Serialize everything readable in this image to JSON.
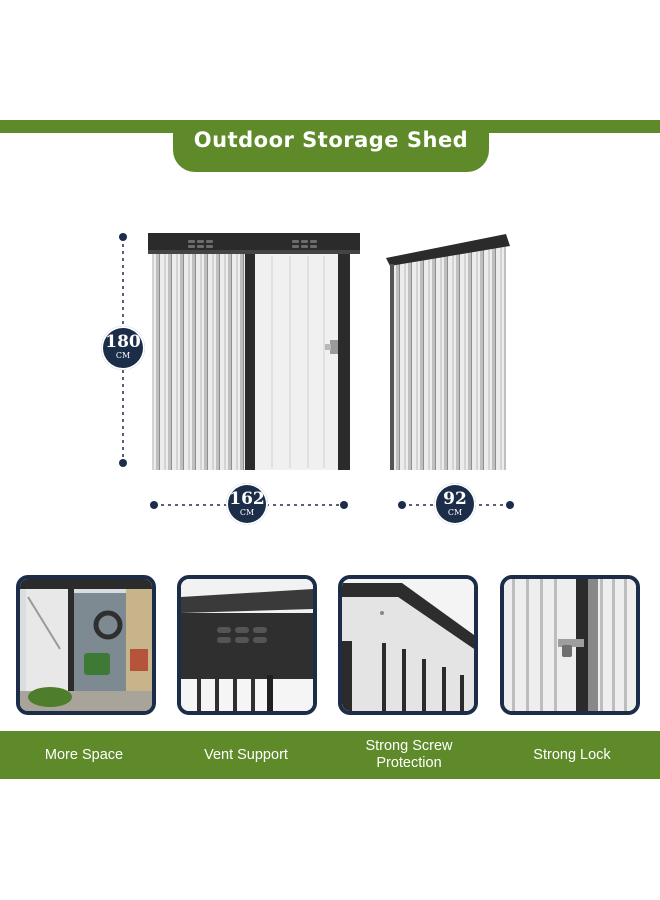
{
  "title": "Outdoor Storage Shed",
  "dimensions": {
    "height": {
      "value": "180",
      "unit": "CM"
    },
    "width": {
      "value": "162",
      "unit": "CM"
    },
    "depth": {
      "value": "92",
      "unit": "CM"
    }
  },
  "features": [
    {
      "label": "More Space"
    },
    {
      "label": "Vent Support"
    },
    {
      "label": "Strong Screw Protection"
    },
    {
      "label": "Strong Lock"
    }
  ],
  "colors": {
    "brand_green": "#5f8a2a",
    "navy": "#1c2d4a",
    "frame_dark": "#2b2b2b",
    "panel_light": "#e6e6e6"
  }
}
